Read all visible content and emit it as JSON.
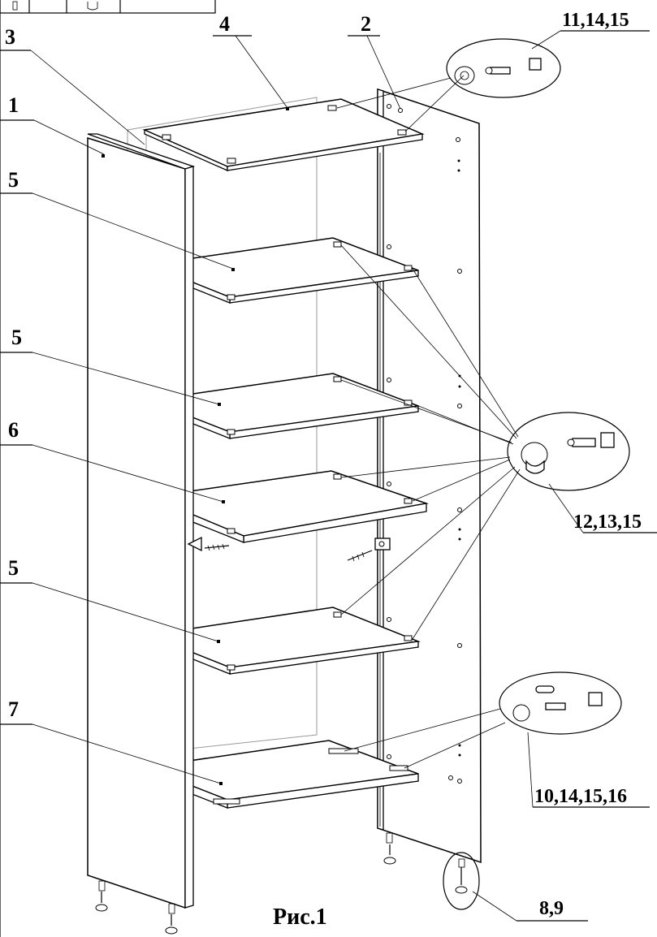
{
  "figure_caption": "Рис.1",
  "part_labels": {
    "p1": "1",
    "p2": "2",
    "p3": "3",
    "p4": "4",
    "p5a": "5",
    "p5b": "5",
    "p5c": "5",
    "p6": "6",
    "p7": "7"
  },
  "callouts": {
    "top_right": "11,14,15",
    "middle_right": "12,13,15",
    "bottom_right": "10,14,15,16",
    "feet": "8,9"
  }
}
